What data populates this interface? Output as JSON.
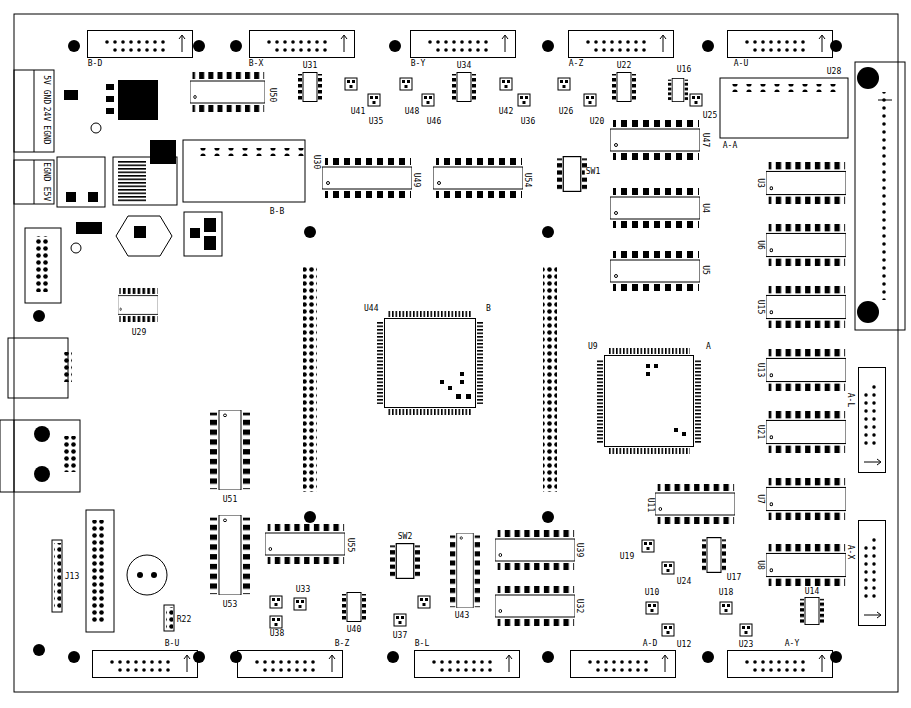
{
  "diagram": {
    "nodes": [
      {
        "text": [
          "U44",
          "B"
        ]
      },
      {
        "text": [
          "U9",
          "A"
        ]
      }
    ],
    "labels": [
      "B-D",
      "B-X",
      "B-Y",
      "A-Z",
      "A-U",
      "U31",
      "U34",
      "U22",
      "U16",
      "U28",
      "U50",
      "U41",
      "U48",
      "U42",
      "U26",
      "U35",
      "U46",
      "U36",
      "U20",
      "U25",
      "U47",
      "A-A",
      "U30",
      "B-B",
      "U49",
      "U54",
      "SW1",
      "U4",
      "U5",
      "U3",
      "U6",
      "U15",
      "U13",
      "A-L",
      "U21",
      "U7",
      "U8",
      "A-X",
      "U11",
      "U17",
      "U19",
      "U24",
      "U10",
      "U18",
      "U14",
      "U12",
      "U23",
      "A-D",
      "A-Y",
      "U39",
      "U32",
      "U43",
      "U40",
      "U37",
      "SW2",
      "U55",
      "U33",
      "U38",
      "B-Z",
      "B-L",
      "B-U",
      "R22",
      "J13",
      "U29",
      "U51",
      "U53",
      "5V",
      "GND",
      "24V",
      "EGND",
      "EGND",
      "E5V"
    ]
  }
}
